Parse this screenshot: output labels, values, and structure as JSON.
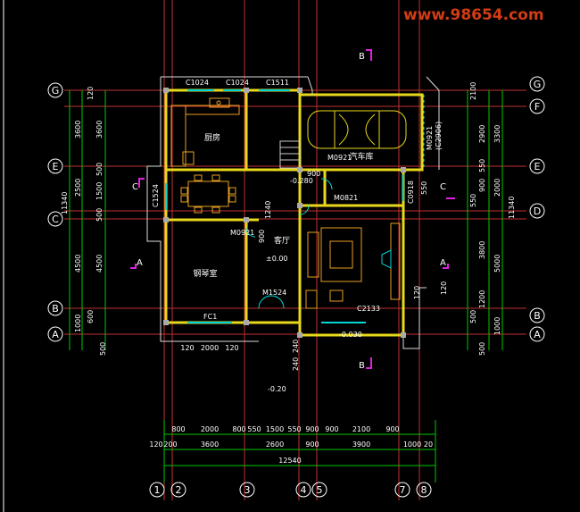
{
  "watermark": "www.98654.com",
  "grid_axes": {
    "rows": [
      "G",
      "F",
      "E",
      "D",
      "C",
      "B",
      "A"
    ],
    "cols": [
      "1",
      "2",
      "3",
      "4",
      "5",
      "7",
      "8"
    ]
  },
  "rooms": {
    "kitchen": "厨房",
    "garage": "汽车库",
    "living": "客厅",
    "piano": "钢琴室"
  },
  "windows_doors": {
    "c1024a": "C1024",
    "c1024b": "C1024",
    "c1511": "C1511",
    "m0921a": "M0921",
    "m0921b": "M0921",
    "m0921c": "M0921",
    "m0921_note": "(C2906)",
    "m0821": "M0821",
    "c0918": "C0918",
    "c1524": "C1524",
    "m1524": "M1524",
    "c2133": "C2133",
    "fc1": "FC1"
  },
  "levels": {
    "lv_280": "-0.280",
    "lv_000": "±0.00",
    "lv_030": "-0.030",
    "lv_020": "-0.20"
  },
  "section_marks": {
    "b_top": "B",
    "b_bottom": "B",
    "c_left": "C",
    "c_right": "C",
    "a_left": "A",
    "a_right": "A"
  },
  "dims": {
    "left_outer": [
      "11340"
    ],
    "left_mid": [
      "3600",
      "2500",
      "4500",
      "1000",
      "500"
    ],
    "left_inner": [
      "120",
      "3600",
      "500",
      "1500",
      "500",
      "4500",
      "600"
    ],
    "right_outer": [
      "11340"
    ],
    "right_mid": [
      "3300",
      "2000",
      "5000",
      "1000",
      "500"
    ],
    "right_inner": [
      "2100",
      "2900",
      "550",
      "900",
      "550",
      "3800",
      "1200",
      "500",
      "120"
    ],
    "bottom_row1": [
      "800",
      "2000",
      "800",
      "550",
      "1500",
      "550",
      "900",
      "900",
      "2100",
      "900"
    ],
    "bottom_row2": [
      "120",
      "200",
      "3600",
      "2600",
      "900",
      "3900",
      "1000",
      "20"
    ],
    "bottom_total": "12540",
    "plan_bottom": [
      "120",
      "2000",
      "120"
    ],
    "misc": [
      "900",
      "550",
      "240",
      "240",
      "900",
      "1240",
      "120",
      "1500",
      "120",
      "240"
    ]
  }
}
